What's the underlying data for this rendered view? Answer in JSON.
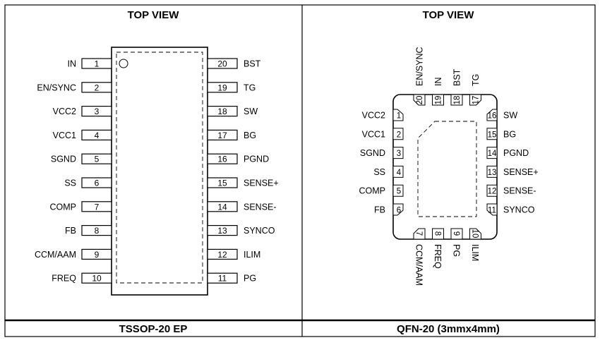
{
  "tssop": {
    "top_label": "TOP VIEW",
    "package_label": "TSSOP-20 EP",
    "left_pins": [
      {
        "num": "1",
        "name": "IN"
      },
      {
        "num": "2",
        "name": "EN/SYNC"
      },
      {
        "num": "3",
        "name": "VCC2"
      },
      {
        "num": "4",
        "name": "VCC1"
      },
      {
        "num": "5",
        "name": "SGND"
      },
      {
        "num": "6",
        "name": "SS"
      },
      {
        "num": "7",
        "name": "COMP"
      },
      {
        "num": "8",
        "name": "FB"
      },
      {
        "num": "9",
        "name": "CCM/AAM"
      },
      {
        "num": "10",
        "name": "FREQ"
      }
    ],
    "right_pins": [
      {
        "num": "20",
        "name": "BST"
      },
      {
        "num": "19",
        "name": "TG"
      },
      {
        "num": "18",
        "name": "SW"
      },
      {
        "num": "17",
        "name": "BG"
      },
      {
        "num": "16",
        "name": "PGND"
      },
      {
        "num": "15",
        "name": "SENSE+"
      },
      {
        "num": "14",
        "name": "SENSE-"
      },
      {
        "num": "13",
        "name": "SYNCO"
      },
      {
        "num": "12",
        "name": "ILIM"
      },
      {
        "num": "11",
        "name": "PG"
      }
    ]
  },
  "qfn": {
    "top_label": "TOP VIEW",
    "package_label": "QFN-20 (3mmx4mm)",
    "left_pins": [
      {
        "num": "1",
        "name": "VCC2"
      },
      {
        "num": "2",
        "name": "VCC1"
      },
      {
        "num": "3",
        "name": "SGND"
      },
      {
        "num": "4",
        "name": "SS"
      },
      {
        "num": "5",
        "name": "COMP"
      },
      {
        "num": "6",
        "name": "FB"
      }
    ],
    "right_pins": [
      {
        "num": "16",
        "name": "SW"
      },
      {
        "num": "15",
        "name": "BG"
      },
      {
        "num": "14",
        "name": "PGND"
      },
      {
        "num": "13",
        "name": "SENSE+"
      },
      {
        "num": "12",
        "name": "SENSE-"
      },
      {
        "num": "11",
        "name": "SYNCO"
      }
    ],
    "top_pins": [
      {
        "num": "20",
        "name": "EN/SYNC"
      },
      {
        "num": "19",
        "name": "IN"
      },
      {
        "num": "18",
        "name": "BST"
      },
      {
        "num": "17",
        "name": "TG"
      }
    ],
    "bottom_pins": [
      {
        "num": "7",
        "name": "CCM/AAM"
      },
      {
        "num": "8",
        "name": "FREQ"
      },
      {
        "num": "9",
        "name": "PG"
      },
      {
        "num": "10",
        "name": "ILIM"
      }
    ]
  }
}
